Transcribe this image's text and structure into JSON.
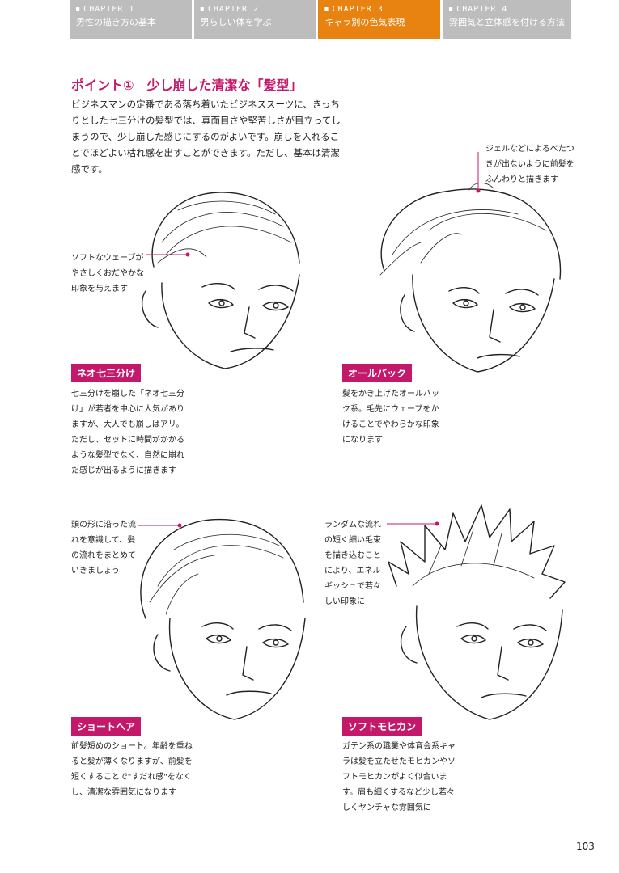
{
  "chapters": [
    {
      "number": "CHAPTER 1",
      "title": "男性の描き方の基本",
      "active": false
    },
    {
      "number": "CHAPTER 2",
      "title": "男らしい体を学ぶ",
      "active": false
    },
    {
      "number": "CHAPTER 3",
      "title": "キャラ別の色気表現",
      "active": true
    },
    {
      "number": "CHAPTER 4",
      "title": "雰囲気と立体感を付ける方法",
      "active": false
    }
  ],
  "heading": "ポイント①　少し崩した清潔な「髪型」",
  "intro": "ビジネスマンの定番である落ち着いたビジネススーツに、きっちりとした七三分けの髪型では、真面目さや堅苦しさが目立ってしまうので、少し崩した感じにするのがよいです。崩しを入れることでほどよい枯れ感を出すことができます。ただし、基本は清潔感です。",
  "styles": [
    {
      "note": "ソフトなウェーブが\nやさしくおだやかな\n印象を与えます",
      "label": "ネオ七三分け",
      "description": "七三分けを崩した「ネオ七三分\nけ」が若者を中心に人気があり\nますが、大人でも崩しはアリ。\nただし、セットに時間がかかる\nような髪型でなく、自然に崩れ\nた感じが出るように描きます"
    },
    {
      "note": "ジェルなどによるべたつ\nきが出ないように前髪を\nふんわりと描きます",
      "label": "オールバック",
      "description": "髪をかき上げたオールバッ\nク系。毛先にウェーブをか\nけることでやわらかな印象\nになります"
    },
    {
      "note": "頭の形に沿った流\nれを意識して、髪\nの流れをまとめて\nいきましょう",
      "label": "ショートヘア",
      "description": "前髪短めのショート。年齢を重ね\nると髪が薄くなりますが、前髪を\n短くすることで\"すだれ感\"をなく\nし、清潔な雰囲気になります"
    },
    {
      "note": "ランダムな流れ\nの短く細い毛束\nを描き込むこと\nにより、エネル\nギッシュで若々\nしい印象に",
      "label": "ソフトモヒカン",
      "description": "ガテン系の職業や体育会系キャ\nラは髪を立たせたモヒカンやソ\nフトモヒカンがよく似合いま\nす。眉も細くするなど少し若々\nしくヤンチャな雰囲気に"
    }
  ],
  "page_number": "103",
  "colors": {
    "accent": "#c4196b",
    "active_tab": "#e88311",
    "inactive_tab": "#bdbdbd"
  },
  "icons": [
    "bullet-square-icon"
  ]
}
